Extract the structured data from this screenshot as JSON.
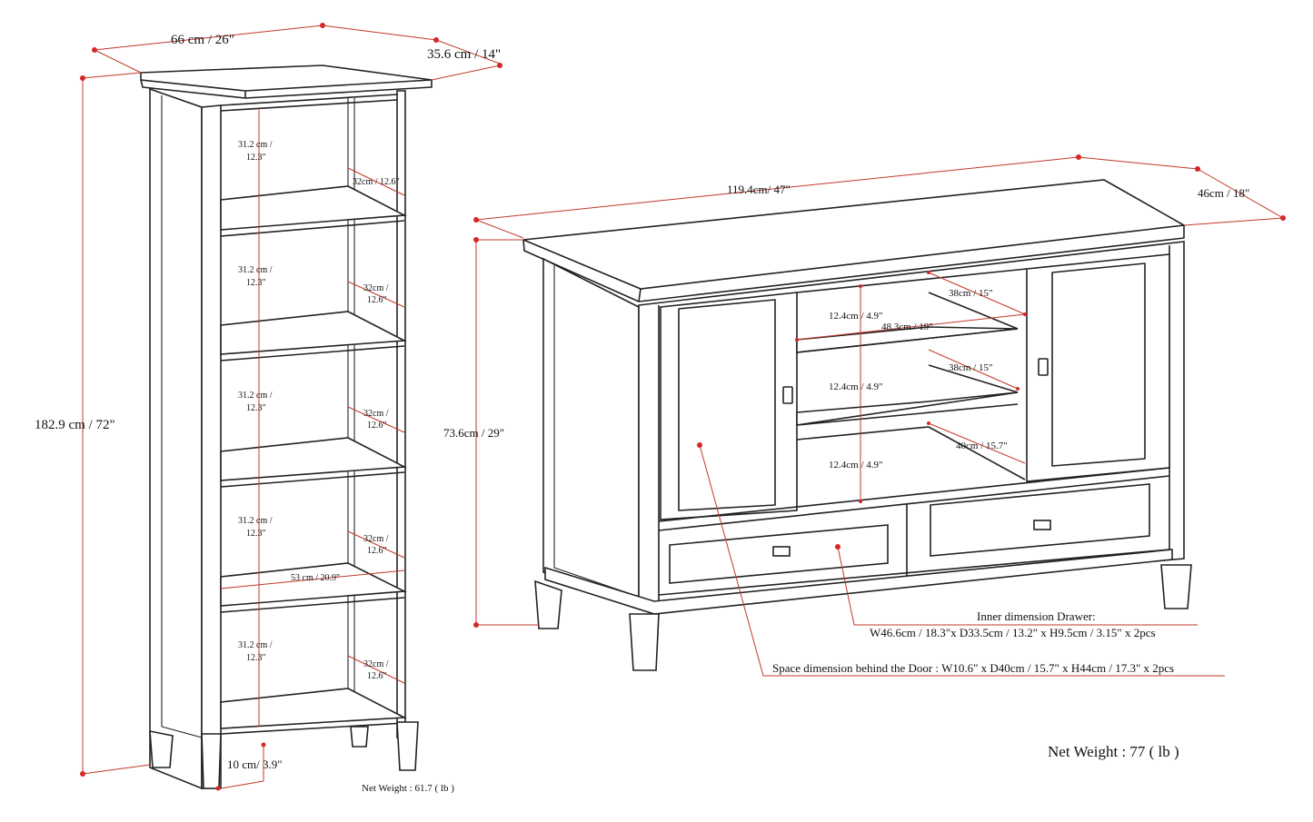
{
  "bookcase": {
    "width": "66 cm / 26\"",
    "depth": "35.6 cm / 14\"",
    "height": "182.9 cm / 72\"",
    "shelf_gap_l1": "31.2 cm /",
    "shelf_gap_l2": "12.3\"",
    "shelf_depth_top": "32cm / 12.6\"",
    "shelf_depth_l1": "32cm /",
    "shelf_depth_l2": "12.6\"",
    "inner_width": "53 cm / 20.9\"",
    "base_height": "10 cm/ 3.9\"",
    "net_weight": "Net Weight : 61.7 ( lb )"
  },
  "tv_stand": {
    "width": "119.4cm/ 47\"",
    "depth": "46cm / 18\"",
    "height": "73.6cm / 29\"",
    "shelf_gap": "12.4cm / 4.9\"",
    "inner_width": "48.3cm / 19\"",
    "shelf_depth": "38cm / 15\"",
    "bottom_depth": "40cm / 15.7\"",
    "drawer_title": "Inner dimension Drawer:",
    "drawer_dims": "W46.6cm / 18.3\"x D33.5cm / 13.2\" x H9.5cm / 3.15\" x 2pcs",
    "door_space": "Space dimension behind the Door  : W10.6\" x D40cm / 15.7\" x H44cm / 17.3\" x 2pcs",
    "net_weight": "Net Weight : 77 ( lb )"
  }
}
